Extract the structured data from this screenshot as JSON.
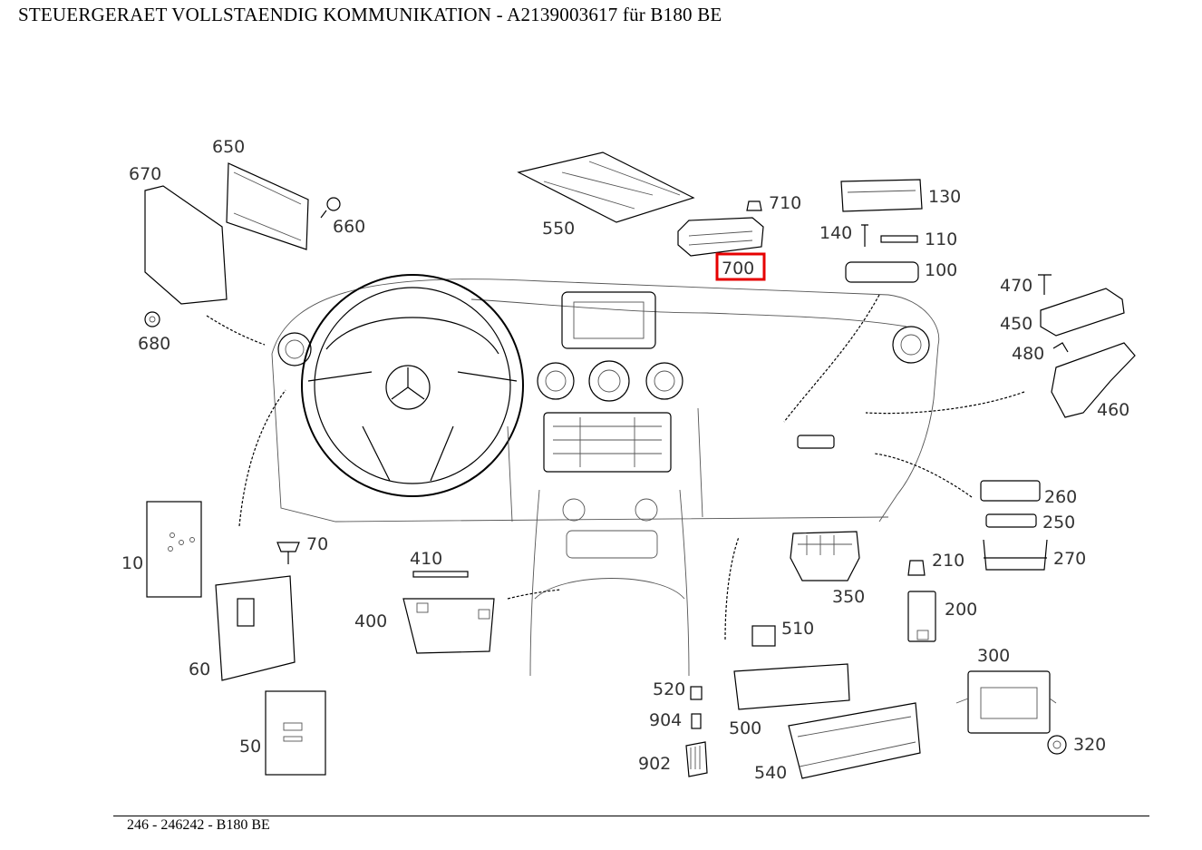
{
  "title": "STEUERGERAET VOLLSTAENDIG KOMMUNIKATION - A2139003617 für B180 BE",
  "footer": "246 - 246242 - B180 BE",
  "highlight_color": "#e60000",
  "highlighted_callout": "700",
  "callouts": {
    "c650": "650",
    "c670": "670",
    "c660": "660",
    "c680": "680",
    "c550": "550",
    "c710": "710",
    "c700": "700",
    "c130": "130",
    "c140": "140",
    "c110": "110",
    "c100": "100",
    "c470": "470",
    "c450": "450",
    "c480": "480",
    "c460": "460",
    "c260": "260",
    "c250": "250",
    "c270": "270",
    "c10": "10",
    "c70": "70",
    "c60": "60",
    "c50": "50",
    "c410": "410",
    "c400": "400",
    "c350": "350",
    "c210": "210",
    "c200": "200",
    "c510": "510",
    "c520": "520",
    "c904": "904",
    "c902": "902",
    "c500": "500",
    "c540": "540",
    "c300": "300",
    "c320": "320"
  }
}
